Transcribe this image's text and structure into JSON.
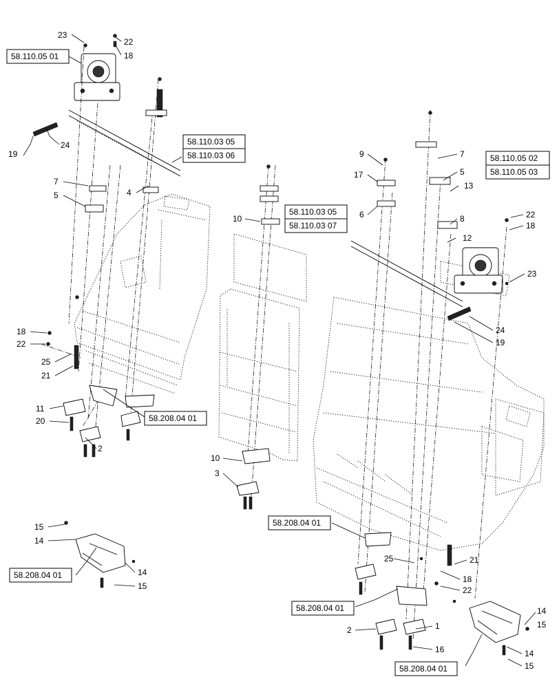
{
  "callouts": {
    "c23a": "23",
    "c22a": "22",
    "c18a": "18",
    "c19a": "19",
    "c24a": "24",
    "c7a": "7",
    "c5a": "5",
    "c4": "4",
    "c18b": "18",
    "c22b": "22",
    "c25a": "25",
    "c21a": "21",
    "c11": "11",
    "c20": "20",
    "c2a": "2",
    "c15a": "15",
    "c14a": "14",
    "c14b": "14",
    "c15b": "15",
    "c10a": "10",
    "c10b": "10",
    "c3": "3",
    "c9": "9",
    "c17": "17",
    "c6": "6",
    "c7b": "7",
    "c5b": "5",
    "c13": "13",
    "c8": "8",
    "c12": "12",
    "c22c": "22",
    "c18c": "18",
    "c23b": "23",
    "c24b": "24",
    "c19b": "19",
    "c25b": "25",
    "c21b": "21",
    "c18d": "18",
    "c22d": "22",
    "c2b": "2",
    "c1": "1",
    "c16": "16",
    "c14c": "14",
    "c15c": "15",
    "c14d": "14",
    "c15d": "15"
  },
  "refs": {
    "r1": "58.110.05 01",
    "r2": "58.110.03 05",
    "r3": "58.110.03 06",
    "r4": "58.208.04 01",
    "r5": "58.208.04 01",
    "r6": "58.110.03 05",
    "r7": "58.110.03 07",
    "r8": "58.110.05 02",
    "r9": "58.110.05 03",
    "r10": "58.208.04 01",
    "r11": "58.208.04 01",
    "r12": "58.208.04 01"
  }
}
